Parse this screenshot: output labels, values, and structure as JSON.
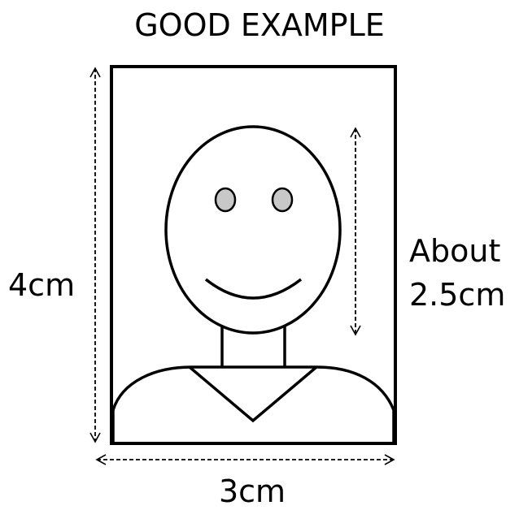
{
  "title": "GOOD EXAMPLE",
  "dimensions": {
    "height_label": "4cm",
    "width_label": "3cm",
    "face_label_line1": "About",
    "face_label_line2": "2.5cm"
  },
  "colors": {
    "stroke": "#000000",
    "eye_fill": "#c8c8c8",
    "background": "#ffffff"
  }
}
